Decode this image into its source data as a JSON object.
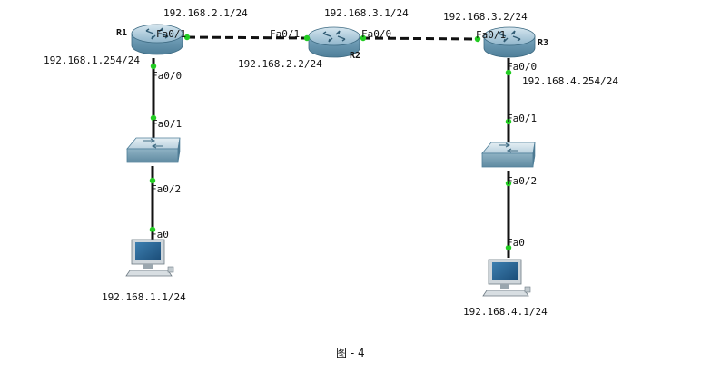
{
  "routers": {
    "r1": {
      "name": "R1"
    },
    "r2": {
      "name": "R2"
    },
    "r3": {
      "name": "R3"
    }
  },
  "addresses": {
    "r1_fa01": "192.168.2.1/24",
    "r1_fa00": "192.168.1.254/24",
    "r2_fa01": "192.168.2.2/24",
    "r2_fa00": "192.168.3.1/24",
    "r3_fa01": "192.168.3.2/24",
    "r3_fa00": "192.168.4.254/24",
    "pc_left": "192.168.1.1/24",
    "pc_right": "192.168.4.1/24"
  },
  "ports": {
    "r1_right": "Fa0/1",
    "r1_down": "Fa0/0",
    "r2_left": "Fa0/1",
    "r2_right": "Fa0/0",
    "r3_left": "Fa0/1",
    "r3_down": "Fa0/0",
    "sw_left_up": "Fa0/1",
    "sw_left_down": "Fa0/2",
    "pc_left": "Fa0",
    "sw_right_up": "Fa0/1",
    "sw_right_down": "Fa0/2",
    "pc_right": "Fa0"
  },
  "caption": "图 - 4",
  "colors": {
    "link_led": "#22cc22",
    "router_body": "#6c9cb8",
    "switch_body": "#7fa8bd",
    "cable": "#111111"
  }
}
